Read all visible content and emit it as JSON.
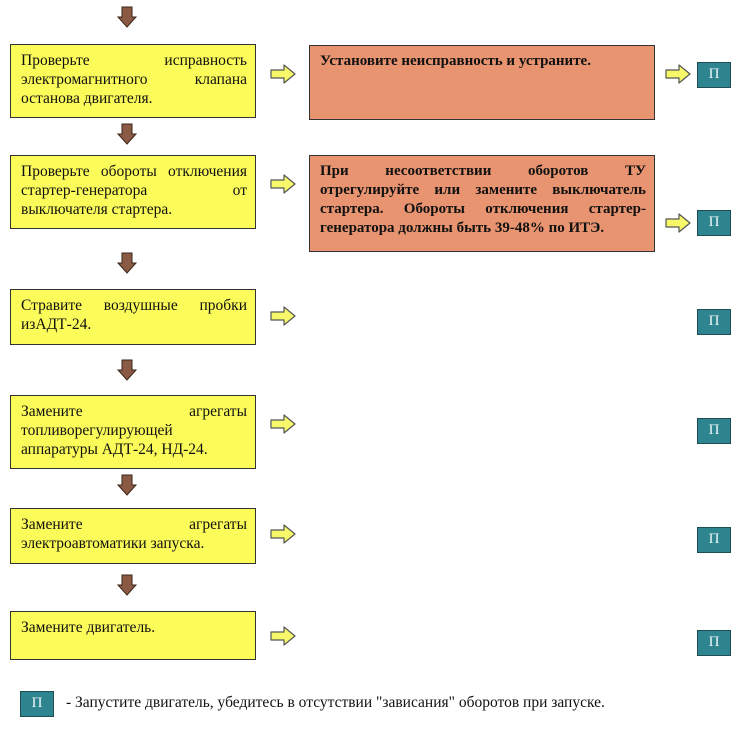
{
  "steps": [
    {
      "text": "Проверьте исправность электромагнитного клапана останова двигателя.",
      "action": "Установите неисправность и устраните."
    },
    {
      "text": "Проверьте обороты отключения стартер-генератора от выключателя стартера.",
      "action": "При несоответствии оборотов ТУ отрегулируйте или замените выключатель стартера. Обороты отключения стартер-генератора должны быть 39-48% по ИТЭ."
    },
    {
      "text": "Стравите воздушные пробки изАДТ-24."
    },
    {
      "text": "Замените агрегаты топливорегулирующей аппаратуры АДТ-24, НД-24."
    },
    {
      "text": "Замените агрегаты электроавтоматики запуска."
    },
    {
      "text": "Замените двигатель."
    }
  ],
  "p_label": "П",
  "legend": {
    "symbol": "П",
    "text": "- Запустите двигатель, убедитесь в отсутствии \"зависания\" оборотов при запуске."
  },
  "colors": {
    "step_fill": "#fbfb5a",
    "action_fill": "#e89470",
    "p_fill": "#2e8590",
    "down_arrow": "#8a5a44",
    "right_arrow": "#f7f76a"
  }
}
